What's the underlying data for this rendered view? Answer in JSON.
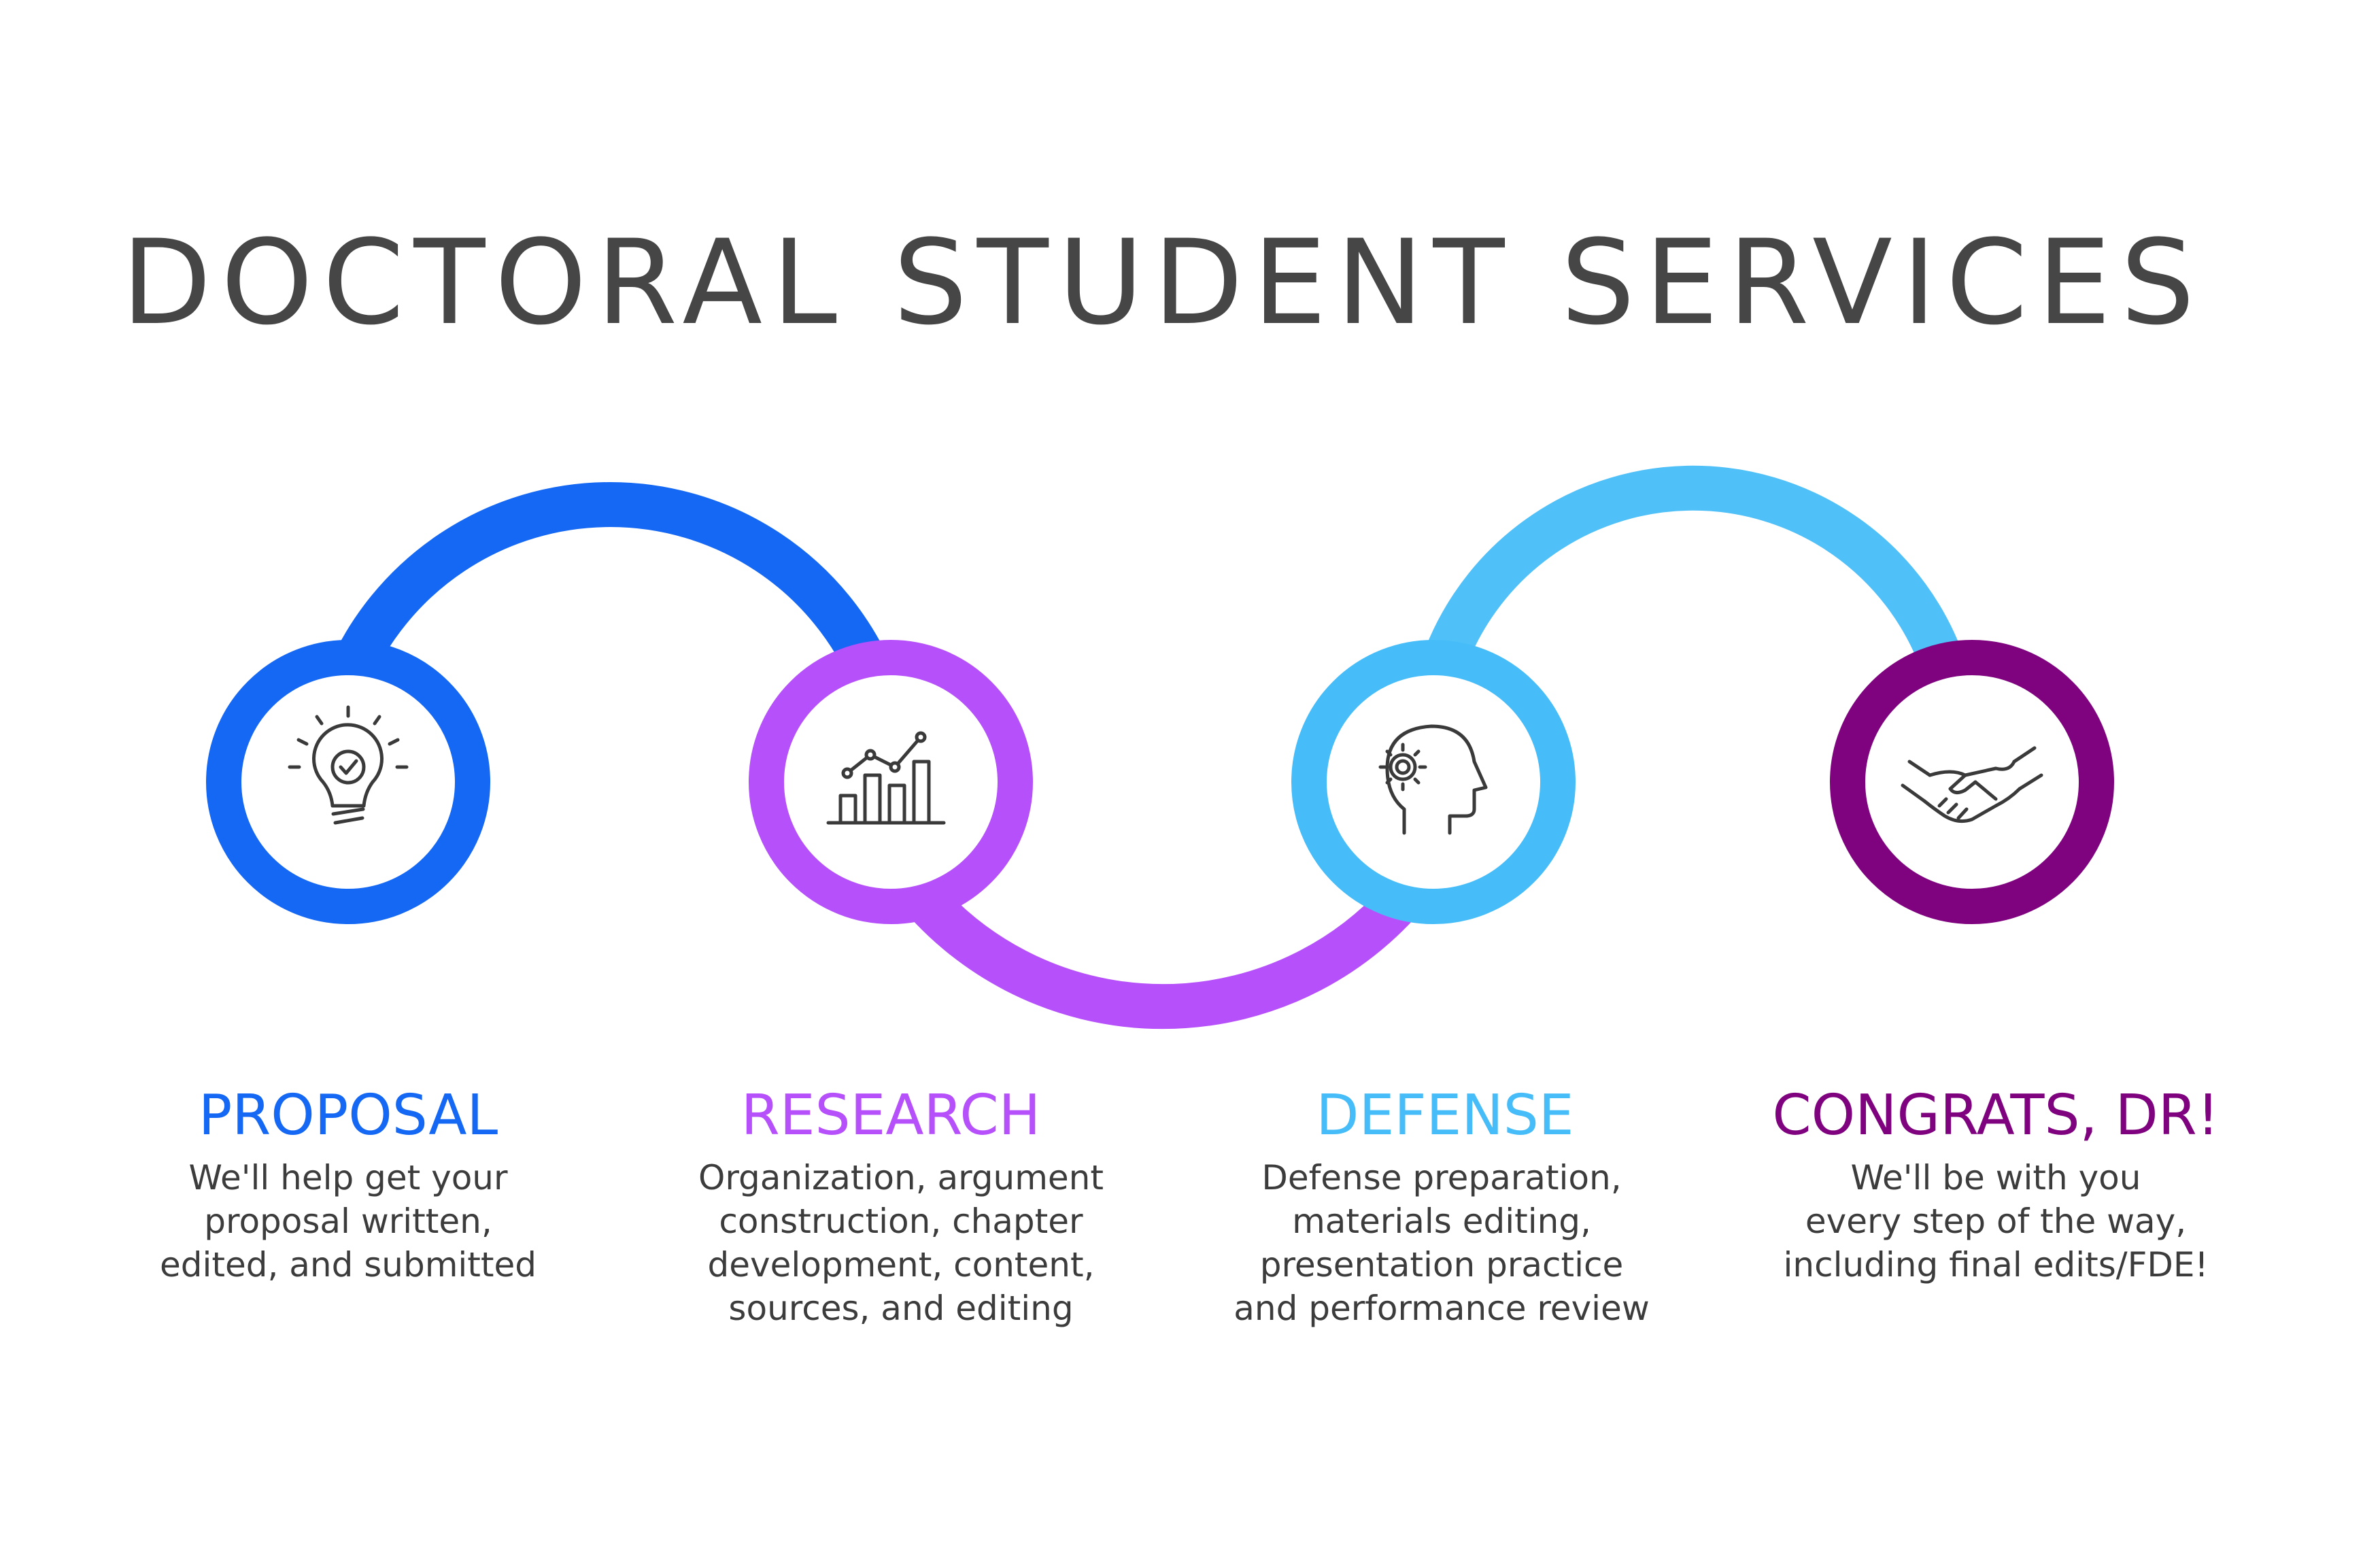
{
  "title": "DOCTORAL STUDENT SERVICES",
  "colors": {
    "proposal": "#1468F4",
    "research": "#B650FA",
    "defense": "#46BDF8",
    "congrats": "#7F037F",
    "title": "#464646",
    "text": "#3C3C3C"
  },
  "steps": [
    {
      "label": "PROPOSAL",
      "icon": "lightbulb-check-icon",
      "color": "#1468F4",
      "description": [
        "We'll help get your",
        "proposal written,",
        "edited, and submitted"
      ]
    },
    {
      "label": "RESEARCH",
      "icon": "bar-chart-trend-icon",
      "color": "#B650FA",
      "description": [
        "Organization, argument",
        "construction, chapter",
        "development, content,",
        "sources, and editing"
      ]
    },
    {
      "label": "DEFENSE",
      "icon": "head-gear-icon",
      "color": "#46BDF8",
      "description": [
        "Defense preparation,",
        "materials editing,",
        "presentation practice",
        "and performance review"
      ]
    },
    {
      "label": "CONGRATS, DR!",
      "icon": "handshake-icon",
      "color": "#7F037F",
      "description": [
        "We'll be with you",
        "every step of the way,",
        "including final edits/FDE!"
      ]
    }
  ]
}
